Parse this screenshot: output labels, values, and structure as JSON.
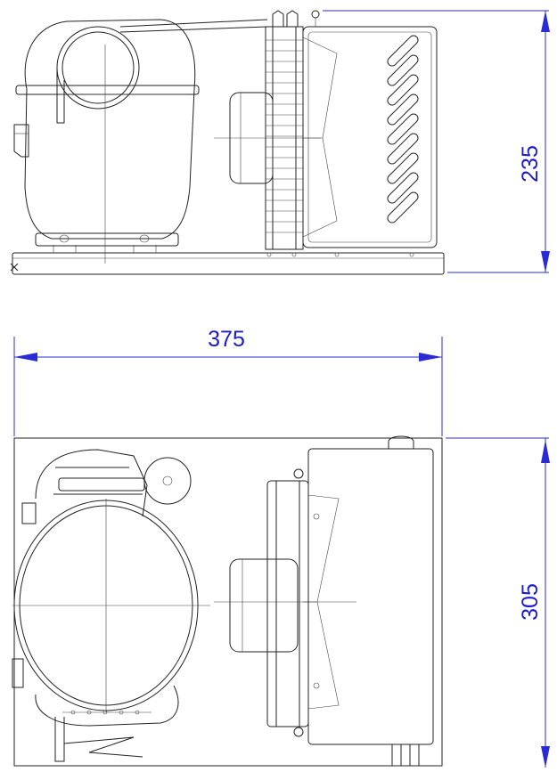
{
  "dimensions": {
    "side_height": "235",
    "width": "375",
    "top_depth": "305"
  },
  "colors": {
    "dimension": "#2b2bd6",
    "line": "#222222",
    "background": "#ffffff"
  }
}
